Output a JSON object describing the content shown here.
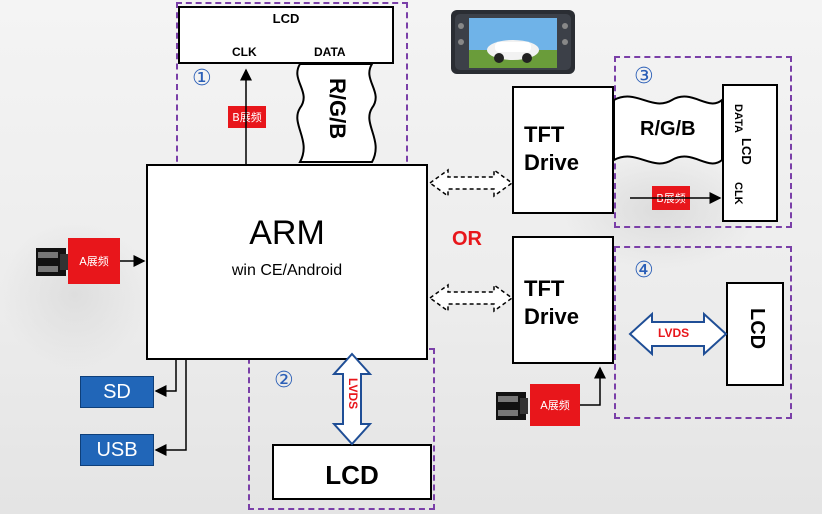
{
  "arm": {
    "title": "ARM",
    "subtitle": "win CE/Android"
  },
  "or_label": "OR",
  "a_ext": "A展频",
  "b_ext": "B展频",
  "sd": "SD",
  "usb": "USB",
  "lcd": "LCD",
  "clk": "CLK",
  "data": "DATA",
  "rgb": "R/G/B",
  "lvds": "LVDS",
  "tft_line1": "TFT",
  "tft_line2": "Drive",
  "markers": {
    "one": "①",
    "two": "②",
    "three": "③",
    "four": "④"
  },
  "colors": {
    "dash": "#7a3fa8",
    "red": "#e8161b",
    "blue": "#2166b8",
    "marker": "#2b5fb7"
  }
}
